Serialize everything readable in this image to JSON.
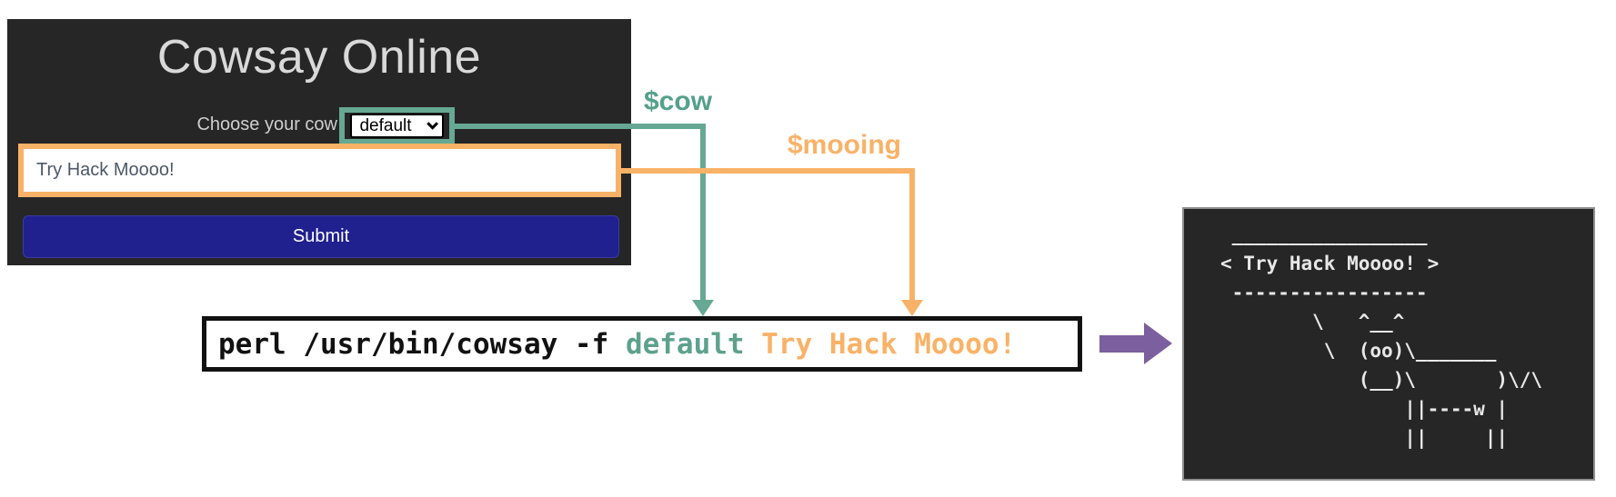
{
  "app": {
    "title": "Cowsay Online",
    "cow_label": "Choose your cow",
    "cow_select_value": "default",
    "mooing_value": "Try Hack Moooo!",
    "submit_label": "Submit"
  },
  "annotations": {
    "cow_variable": "$cow",
    "mooing_variable": "$mooing"
  },
  "command": {
    "prefix": "perl /usr/bin/cowsay -f ",
    "cow_arg": "default",
    "message_arg": " Try Hack Moooo!"
  },
  "terminal": {
    "ascii_output": [
      " _________________",
      "< Try Hack Moooo! >",
      " -----------------",
      "        \\   ^__^",
      "         \\  (oo)\\_______",
      "            (__)\\       )\\/\\",
      "                ||----w |",
      "                ||     ||"
    ]
  },
  "colors": {
    "teal_accent": "#66a893",
    "orange_accent": "#f8b268",
    "purple_accent": "#7c5f9e",
    "submit_navy": "#20208e",
    "panel_background": "#262626",
    "title_gray": "#d9d9d9"
  }
}
